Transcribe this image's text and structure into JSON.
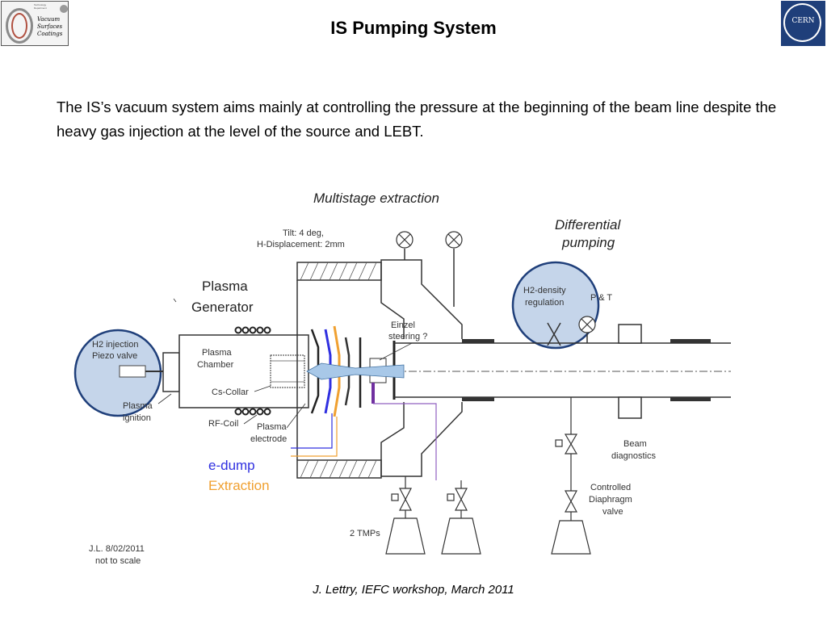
{
  "header": {
    "title": "IS Pumping System",
    "logo_left": {
      "lines": [
        "Vacuum",
        "Surfaces",
        "Coatings"
      ],
      "small_text": "Technology Department"
    },
    "logo_right": {
      "text": "CERN"
    }
  },
  "body": {
    "paragraph": "The IS’s vacuum system aims mainly at controlling the pressure at the beginning of the beam line despite the heavy gas injection at the level of the source and LEBT."
  },
  "diagram": {
    "heading": "Multistage extraction",
    "tilt_line1": "Tilt: 4 deg,",
    "tilt_line2": "H-Displacement: 2mm",
    "differential_line1": "Differential",
    "differential_line2": "pumping",
    "plasma_gen_line1": "Plasma",
    "plasma_gen_line2": "Generator",
    "h2_density_line1": "H2-density",
    "h2_density_line2": "regulation",
    "p_and_t": "P & T",
    "einzel_line1": "Einzel",
    "einzel_line2": "steering ?",
    "h2_injection_line1": "H2 injection",
    "h2_injection_line2": "Piezo valve",
    "plasma_chamber_line1": "Plasma",
    "plasma_chamber_line2": "Chamber",
    "cs_collar": "Cs-Collar",
    "plasma_ignition_line1": "Plasma",
    "plasma_ignition_line2": "ignition",
    "rf_coil": "RF-Coil",
    "plasma_electrode_line1": "Plasma",
    "plasma_electrode_line2": "electrode",
    "e_dump": "e-dump",
    "extraction": "Extraction",
    "beam_diag_line1": "Beam",
    "beam_diag_line2": "diagnostics",
    "controlled_line1": "Controlled",
    "controlled_line2": "Diaphragm",
    "controlled_line3": "valve",
    "two_tmps": "2 TMPs",
    "author_line1": "J.L. 8/02/2011",
    "author_line2": "not to scale",
    "colors": {
      "e_dump": "#3030e0",
      "extraction": "#f0a030",
      "electrode_purple": "#7030a0",
      "highlight_fill": "#c5d5ea",
      "highlight_stroke": "#1f3f7a",
      "beam_fill": "#a8c8e8"
    }
  },
  "footer": {
    "citation": "J. Lettry, IEFC workshop, March 2011"
  }
}
